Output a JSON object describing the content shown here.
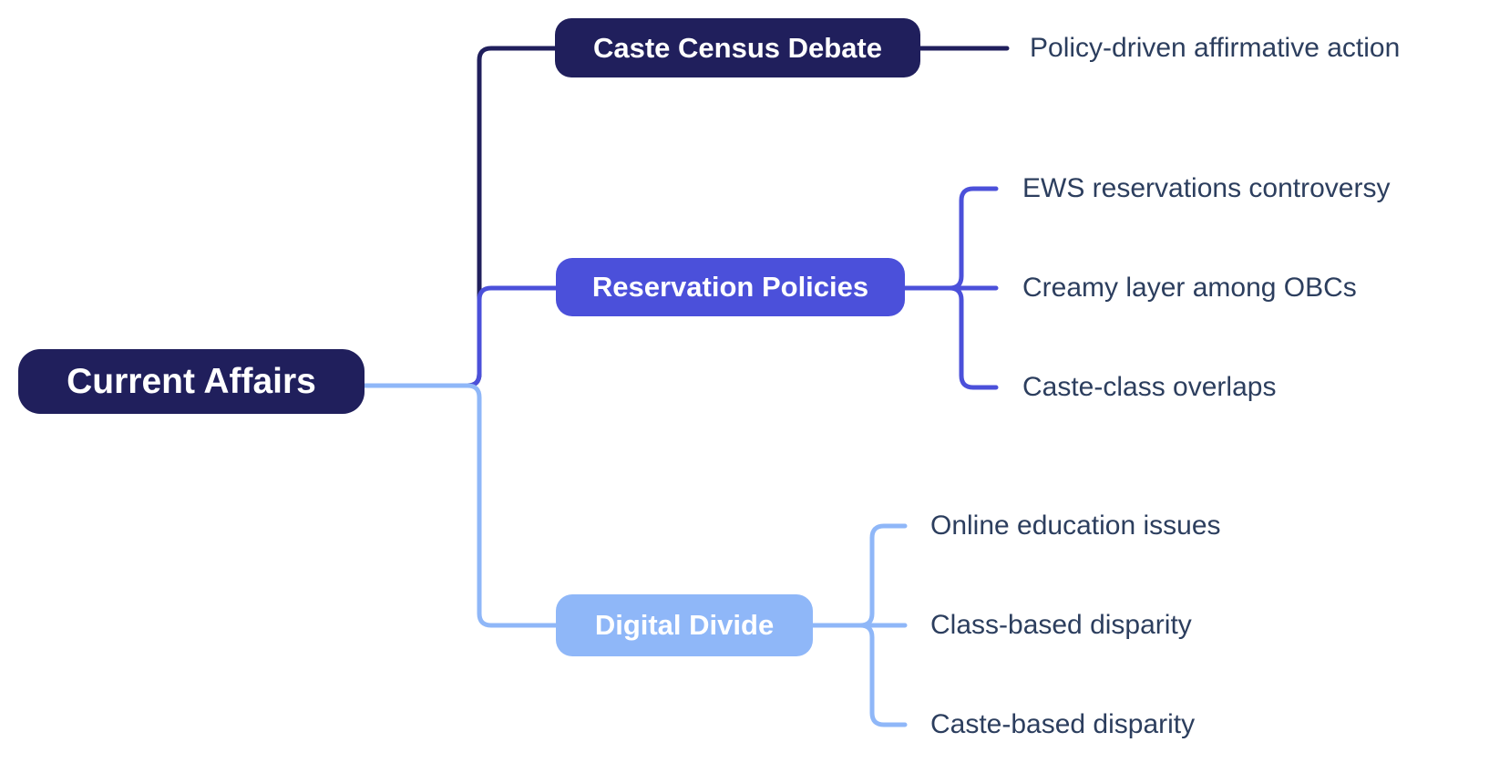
{
  "mindmap": {
    "root": {
      "label": "Current Affairs"
    },
    "branches": [
      {
        "label": "Caste Census Debate",
        "color": "#201F5C",
        "children": [
          {
            "label": "Policy-driven affirmative action"
          }
        ]
      },
      {
        "label": "Reservation Policies",
        "color": "#4B50DA",
        "children": [
          {
            "label": "EWS reservations controversy"
          },
          {
            "label": "Creamy layer among OBCs"
          },
          {
            "label": "Caste-class overlaps"
          }
        ]
      },
      {
        "label": "Digital Divide",
        "color": "#8FB7F8",
        "children": [
          {
            "label": "Online education issues"
          },
          {
            "label": "Class-based disparity"
          },
          {
            "label": "Caste-based disparity"
          }
        ]
      }
    ],
    "colors": {
      "root_fill": "#201F5C",
      "node_text": "#FFFFFF",
      "leaf_text": "#2C3E5E",
      "background": "#FFFFFF"
    }
  }
}
